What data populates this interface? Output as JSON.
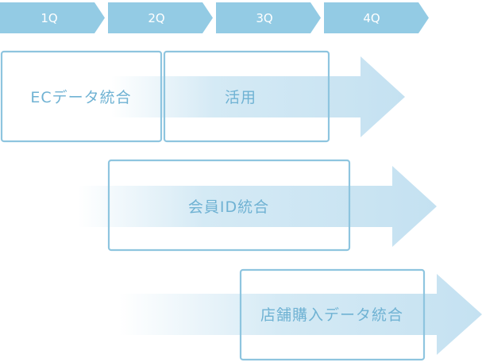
{
  "timeline": {
    "quarters": [
      "1Q",
      "2Q",
      "3Q",
      "4Q"
    ]
  },
  "initiatives": [
    {
      "label": "ECデータ統合"
    },
    {
      "label": "活用"
    },
    {
      "label": "会員ID統合"
    },
    {
      "label": "店舗購入データ統合"
    }
  ],
  "colors": {
    "header_fill": "#93cbe4",
    "header_text": "#ffffff",
    "arrow_fill": "#cde6f3",
    "box_stroke": "#8ec5df",
    "box_text": "#6fb2d3"
  }
}
